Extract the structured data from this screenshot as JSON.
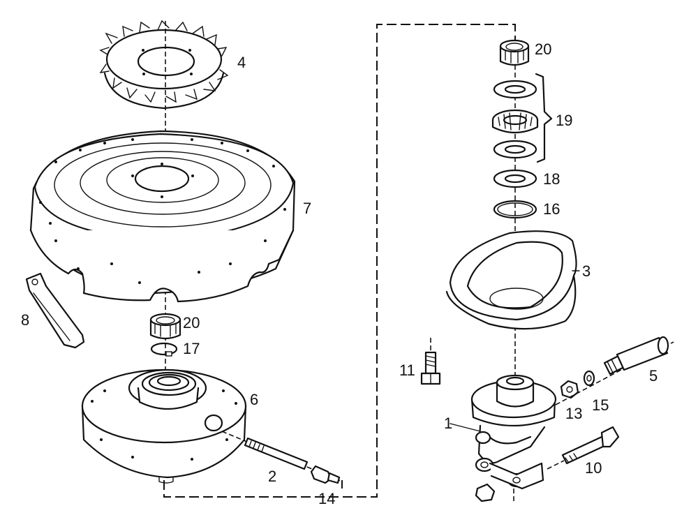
{
  "labels": {
    "part_1": "1",
    "part_2": "2",
    "part_3": "3",
    "part_4": "4",
    "part_5": "5",
    "part_6": "6",
    "part_7": "7",
    "part_8": "8",
    "part_10": "10",
    "part_11": "11",
    "part_13": "13",
    "part_14": "14",
    "part_15": "15",
    "part_16": "16",
    "part_17": "17",
    "part_18": "18",
    "part_19": "19",
    "part_20_left": "20",
    "part_20_right": "20"
  }
}
